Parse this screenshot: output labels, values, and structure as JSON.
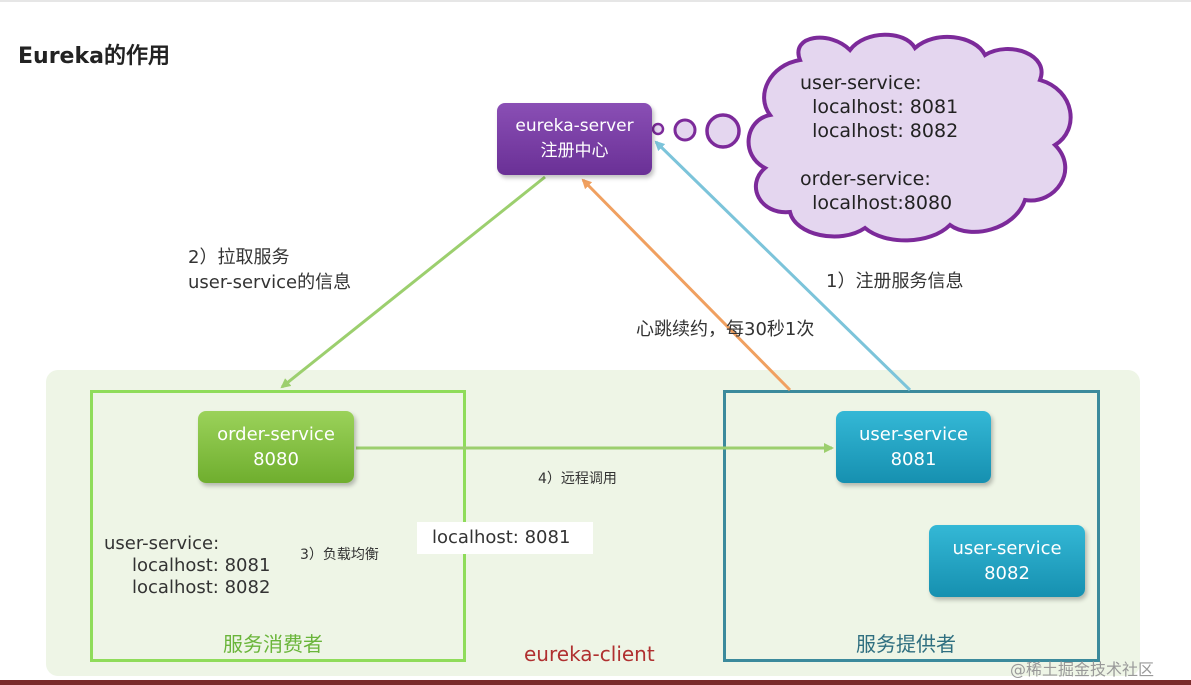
{
  "title": "Eureka的作用",
  "server": {
    "name": "eureka-server",
    "role": "注册中心"
  },
  "cloud": {
    "lines": [
      "user-service:",
      "  localhost: 8081",
      "  localhost: 8082",
      "",
      "order-service:",
      "  localhost:8080"
    ]
  },
  "order": {
    "name": "order-service",
    "port": "8080"
  },
  "user1": {
    "name": "user-service",
    "port": "8081"
  },
  "user2": {
    "name": "user-service",
    "port": "8082"
  },
  "labels": {
    "pull": "2）拉取服务",
    "pull_target": "user-service的信息",
    "register": "1）注册服务信息",
    "heartbeat": "心跳续约，每30秒1次",
    "remote_call": "4）远程调用",
    "load_balance": "3）负载均衡",
    "consumer": "服务消费者",
    "provider": "服务提供者",
    "client": "eureka-client",
    "selected_address": "localhost: 8081"
  },
  "consumer_cache": {
    "service": "user-service:",
    "addr1": "localhost: 8081",
    "addr2": "localhost: 8082"
  },
  "watermark": "@稀土掘金技术社区",
  "colors": {
    "server": "#7a3ea6",
    "consumer": "#7bbf3e",
    "provider": "#1ea3c4",
    "pull_arrow": "#9ccf6e",
    "heartbeat_arrow": "#f0a060",
    "register_arrow": "#7cc4da",
    "cloud_border": "#7c2a9a",
    "cloud_fill": "#e4d6ef"
  }
}
